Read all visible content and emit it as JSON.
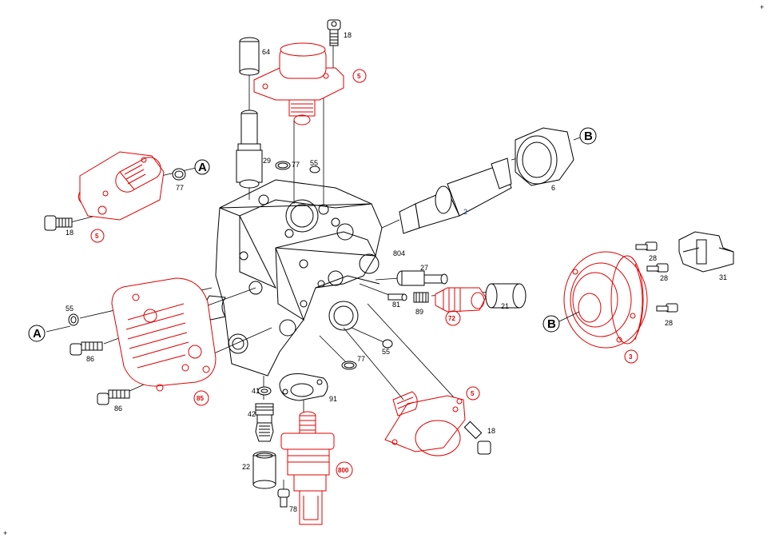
{
  "callouts": {
    "A_top": "A",
    "A_left": "A",
    "B_top": "B",
    "B_right": "B"
  },
  "labels": {
    "p18_top": "18",
    "p64": "64",
    "p5_top": "5",
    "p29": "29",
    "p77_top": "77",
    "p55_top": "55",
    "p77_left": "77",
    "p18_left": "18",
    "p5_left": "5",
    "p6": "6",
    "p2": "2",
    "p804": "804",
    "p27": "27",
    "p81": "81",
    "p89": "89",
    "p72": "72",
    "p21": "21",
    "p28_a": "28",
    "p28_b": "28",
    "p28_c": "28",
    "p31": "31",
    "p3": "3",
    "p55_left": "55",
    "p86_a": "86",
    "p86_b": "86",
    "p85": "85",
    "p55_mid": "55",
    "p77_mid": "77",
    "p41": "41",
    "p91": "91",
    "p42": "42",
    "p5_right": "5",
    "p18_right": "18",
    "p22": "22",
    "p800": "800",
    "p78": "78"
  },
  "colors": {
    "highlight": "#e00000",
    "line": "#000000",
    "label_blue": "#1a3a9a"
  }
}
